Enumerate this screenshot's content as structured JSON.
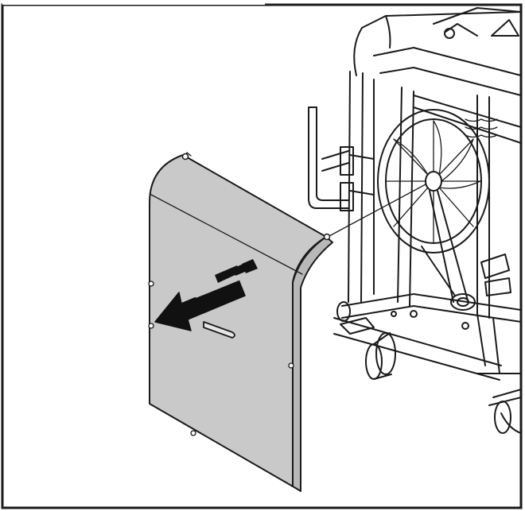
{
  "figure": {
    "title": "",
    "colors": {
      "line": "#1a1a1a",
      "panel_fill": "#c9c9c9",
      "panel_shade": "#b8b8b8",
      "background": "#ffffff",
      "arrow": "#111111"
    },
    "elements": [
      "machine-frame",
      "flywheel",
      "drive-belt",
      "side-cover-panel",
      "removal-arrow",
      "panel-handle"
    ]
  }
}
